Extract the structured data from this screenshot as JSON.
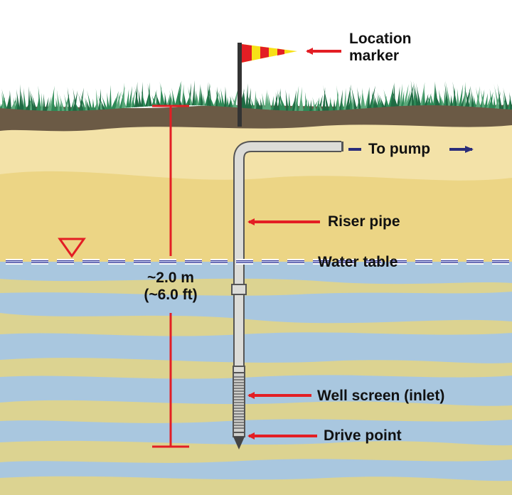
{
  "labels": {
    "location_marker": [
      "Location",
      "marker"
    ],
    "to_pump": "To pump",
    "riser_pipe": "Riser pipe",
    "water_table": "Water table",
    "depth": [
      "~2.0 m",
      "(~6.0 ft)"
    ],
    "well_screen": "Well screen (inlet)",
    "drive_point": "Drive point"
  },
  "colors": {
    "sky": "#ffffff",
    "grass": "#2e7d4f",
    "topsoil": "#6b5a45",
    "sand_light": "#f3e2a8",
    "sand_mid": "#ebd27a",
    "groundwater_blue": "#a9c7df",
    "groundwater_sand": "#e8d57e",
    "arrow_red": "#e31e24",
    "water_table_line": "#3a3f9a",
    "pipe": "#d9d9d6",
    "pipe_outline": "#555555",
    "flag_red": "#e31e24",
    "flag_yellow": "#f7e017"
  }
}
